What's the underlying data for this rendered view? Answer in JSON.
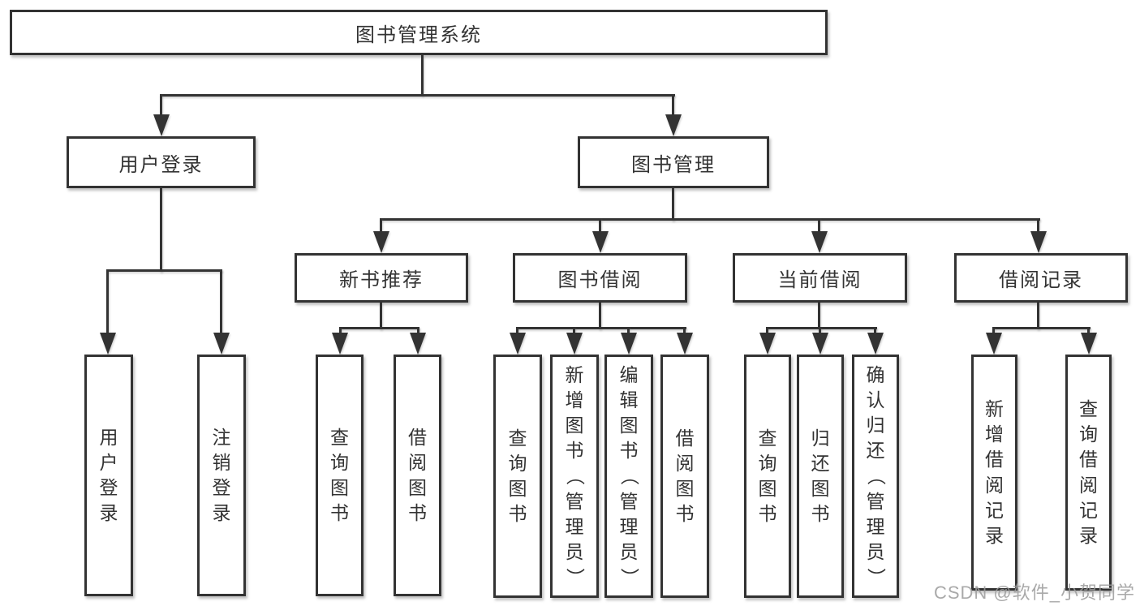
{
  "diagram": {
    "root": "图书管理系统",
    "level2": {
      "user_login": "用户登录",
      "book_mgmt": "图书管理"
    },
    "level3": {
      "new_book_rec": "新书推荐",
      "book_borrow": "图书借阅",
      "current_borrow": "当前借阅",
      "borrow_records": "借阅记录"
    },
    "leaves": {
      "user_login": "用户登录",
      "logout": "注销登录",
      "query_book": "查询图书",
      "borrow_book": "借阅图书",
      "add_book_admin": "新增图书（管理员）",
      "edit_book_admin": "编辑图书（管理员）",
      "return_book": "归还图书",
      "confirm_return_admin": "确认归还（管理员）",
      "add_borrow_record": "新增借阅记录",
      "query_borrow_record": "查询借阅记录"
    }
  },
  "watermark": "CSDN @软件_小贺同学",
  "colors": {
    "line": "#333333",
    "text": "#333333",
    "watermark": "#9b9b9b",
    "background": "#ffffff"
  }
}
